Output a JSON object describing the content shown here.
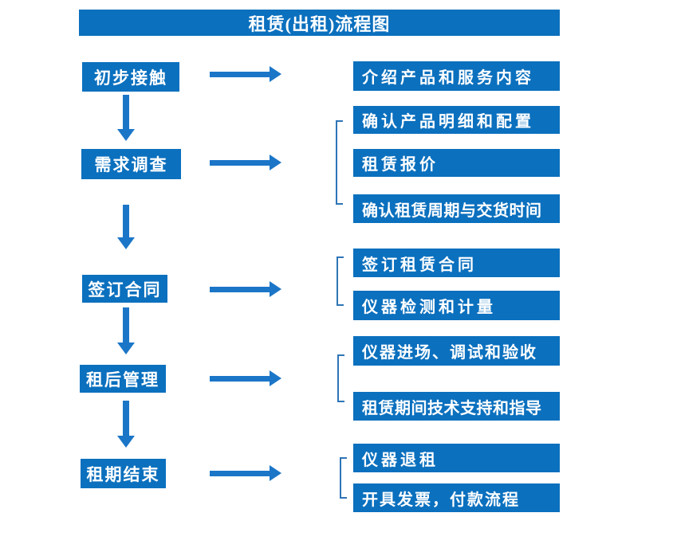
{
  "title": "租赁(出租)流程图",
  "colors": {
    "box_blue": "#0B70BE",
    "arrow_blue": "#1B76C8",
    "bracket_blue": "#2E75B6",
    "text_white": "#FFFFFF",
    "background": "#FFFFFF"
  },
  "steps": [
    {
      "label": "初步接触",
      "outputs": [
        "介绍产品和服务内容"
      ]
    },
    {
      "label": "需求调查",
      "outputs": [
        "确认产品明细和配置",
        "租赁报价",
        "确认租赁周期与交货时间"
      ]
    },
    {
      "label": "签订合同",
      "outputs": [
        "签订租赁合同",
        "仪器检测和计量"
      ]
    },
    {
      "label": "租后管理",
      "outputs": [
        "仪器进场、调试和验收",
        "租赁期间技术支持和指导"
      ]
    },
    {
      "label": "租期结束",
      "outputs": [
        "仪器退租",
        "开具发票，付款流程"
      ]
    }
  ]
}
